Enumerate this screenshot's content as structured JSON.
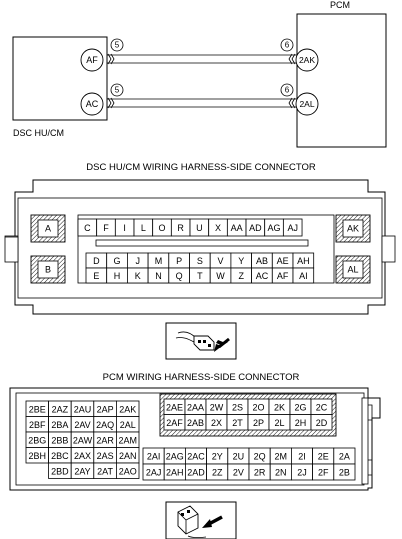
{
  "schematic": {
    "left_module": "DSC HU/CM",
    "right_module": "PCM",
    "wires": [
      {
        "from_pin": "AF",
        "to_pin": "2AK",
        "left_mark": "5",
        "right_mark": "6"
      },
      {
        "from_pin": "AC",
        "to_pin": "2AL",
        "left_mark": "5",
        "right_mark": "6"
      }
    ]
  },
  "dsc_connector": {
    "title": "DSC HU/CM WIRING HARNESS-SIDE CONNECTOR",
    "corner_pins": [
      "A",
      "B",
      "AK",
      "AL"
    ],
    "top_row": [
      "C",
      "F",
      "I",
      "L",
      "O",
      "R",
      "U",
      "X",
      "AA",
      "AD",
      "AG",
      "AJ"
    ],
    "mid_row": [
      "D",
      "G",
      "J",
      "M",
      "P",
      "S",
      "V",
      "Y",
      "AB",
      "AE",
      "AH"
    ],
    "bottom_row": [
      "E",
      "H",
      "K",
      "N",
      "Q",
      "T",
      "W",
      "Z",
      "AC",
      "AF",
      "AI"
    ]
  },
  "pcm_connector": {
    "title": "PCM WIRING HARNESS-SIDE CONNECTOR",
    "left_block": [
      [
        "2BE",
        "2AZ",
        "2AU",
        "2AP",
        "2AK"
      ],
      [
        "2BF",
        "2BA",
        "2AV",
        "2AQ",
        "2AL"
      ],
      [
        "2BG",
        "2BB",
        "2AW",
        "2AR",
        "2AM"
      ],
      [
        "2BH",
        "2BC",
        "2AX",
        "2AS",
        "2AN"
      ],
      [
        "",
        "2BD",
        "2AY",
        "2AT",
        "2AO"
      ]
    ],
    "top_right_block": [
      [
        "2AE",
        "2AA",
        "2W",
        "2S",
        "2O",
        "2K",
        "2G",
        "2C"
      ],
      [
        "2AF",
        "2AB",
        "2X",
        "2T",
        "2P",
        "2L",
        "2H",
        "2D"
      ]
    ],
    "bottom_right_block": [
      [
        "2AI",
        "2AG",
        "2AC",
        "2Y",
        "2U",
        "2Q",
        "2M",
        "2I",
        "2E",
        "2A"
      ],
      [
        "2AJ",
        "2AH",
        "2AD",
        "2Z",
        "2V",
        "2R",
        "2N",
        "2J",
        "2F",
        "2B"
      ]
    ]
  }
}
